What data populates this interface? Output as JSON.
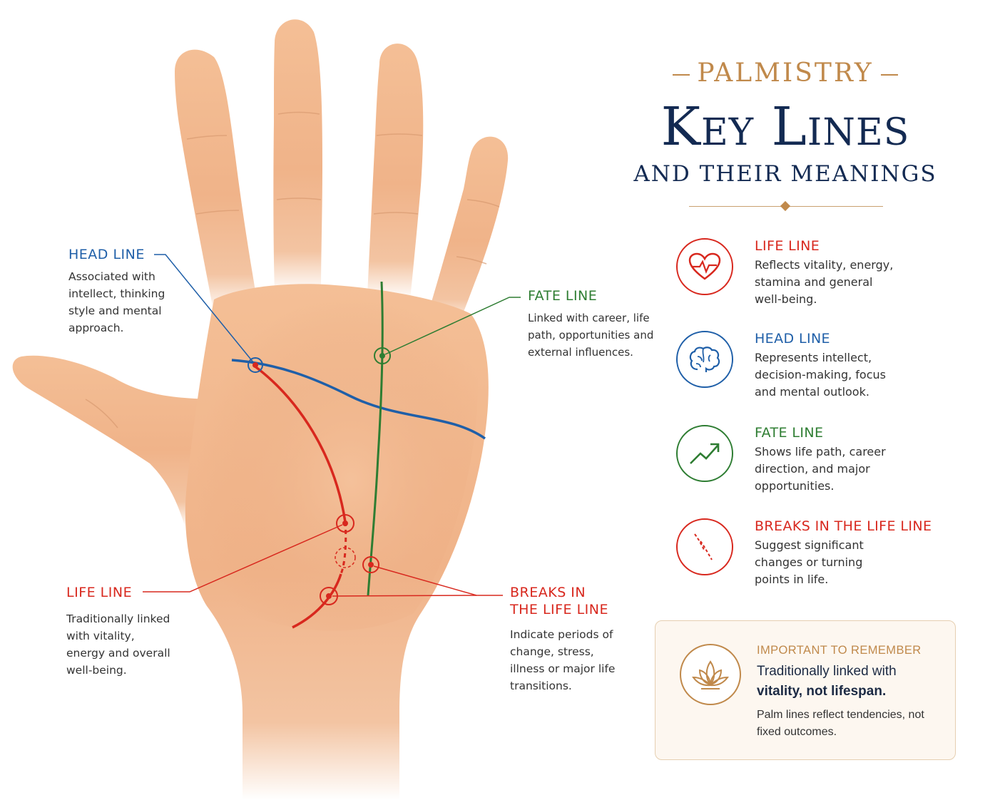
{
  "header": {
    "kicker": "PALMISTRY",
    "title": "Key Lines",
    "subtitle": "AND THEIR MEANINGS"
  },
  "colors": {
    "life": "#d8281e",
    "head": "#1f5fa8",
    "fate": "#2e7d32",
    "gold": "#c0894b",
    "navy": "#132a52",
    "skin": "#f0b98e"
  },
  "callouts": {
    "head_line": {
      "title": "HEAD LINE",
      "desc": "Associated with intellect, thinking style and mental approach."
    },
    "fate_line": {
      "title": "FATE LINE",
      "desc": "Linked with career, life path, opportunities and external influences."
    },
    "life_line": {
      "title": "LIFE LINE",
      "desc": "Traditionally linked with vitality, energy and overall well-being."
    },
    "breaks": {
      "title_1": "BREAKS IN",
      "title_2": "THE LIFE LINE",
      "desc": "Indicate periods of change, stress, illness or major life transitions."
    }
  },
  "legend": [
    {
      "title": "LIFE LINE",
      "desc": "Reflects vitality, energy, stamina and general well-being.",
      "icon": "heart-pulse-icon"
    },
    {
      "title": "HEAD LINE",
      "desc": "Represents intellect, decision-making, focus and mental outlook.",
      "icon": "brain-icon"
    },
    {
      "title": "FATE LINE",
      "desc": "Shows life path, career direction, and major opportunities.",
      "icon": "trend-up-icon"
    },
    {
      "title": "BREAKS IN THE LIFE LINE",
      "desc": "Suggest significant changes or turning points in life.",
      "icon": "broken-line-icon"
    }
  ],
  "remember": {
    "title": "IMPORTANT TO REMEMBER",
    "line1": "Traditionally linked with",
    "line2": "vitality, not lifespan.",
    "note": "Palm lines reflect tendencies, not fixed outcomes.",
    "icon": "lotus-icon"
  }
}
